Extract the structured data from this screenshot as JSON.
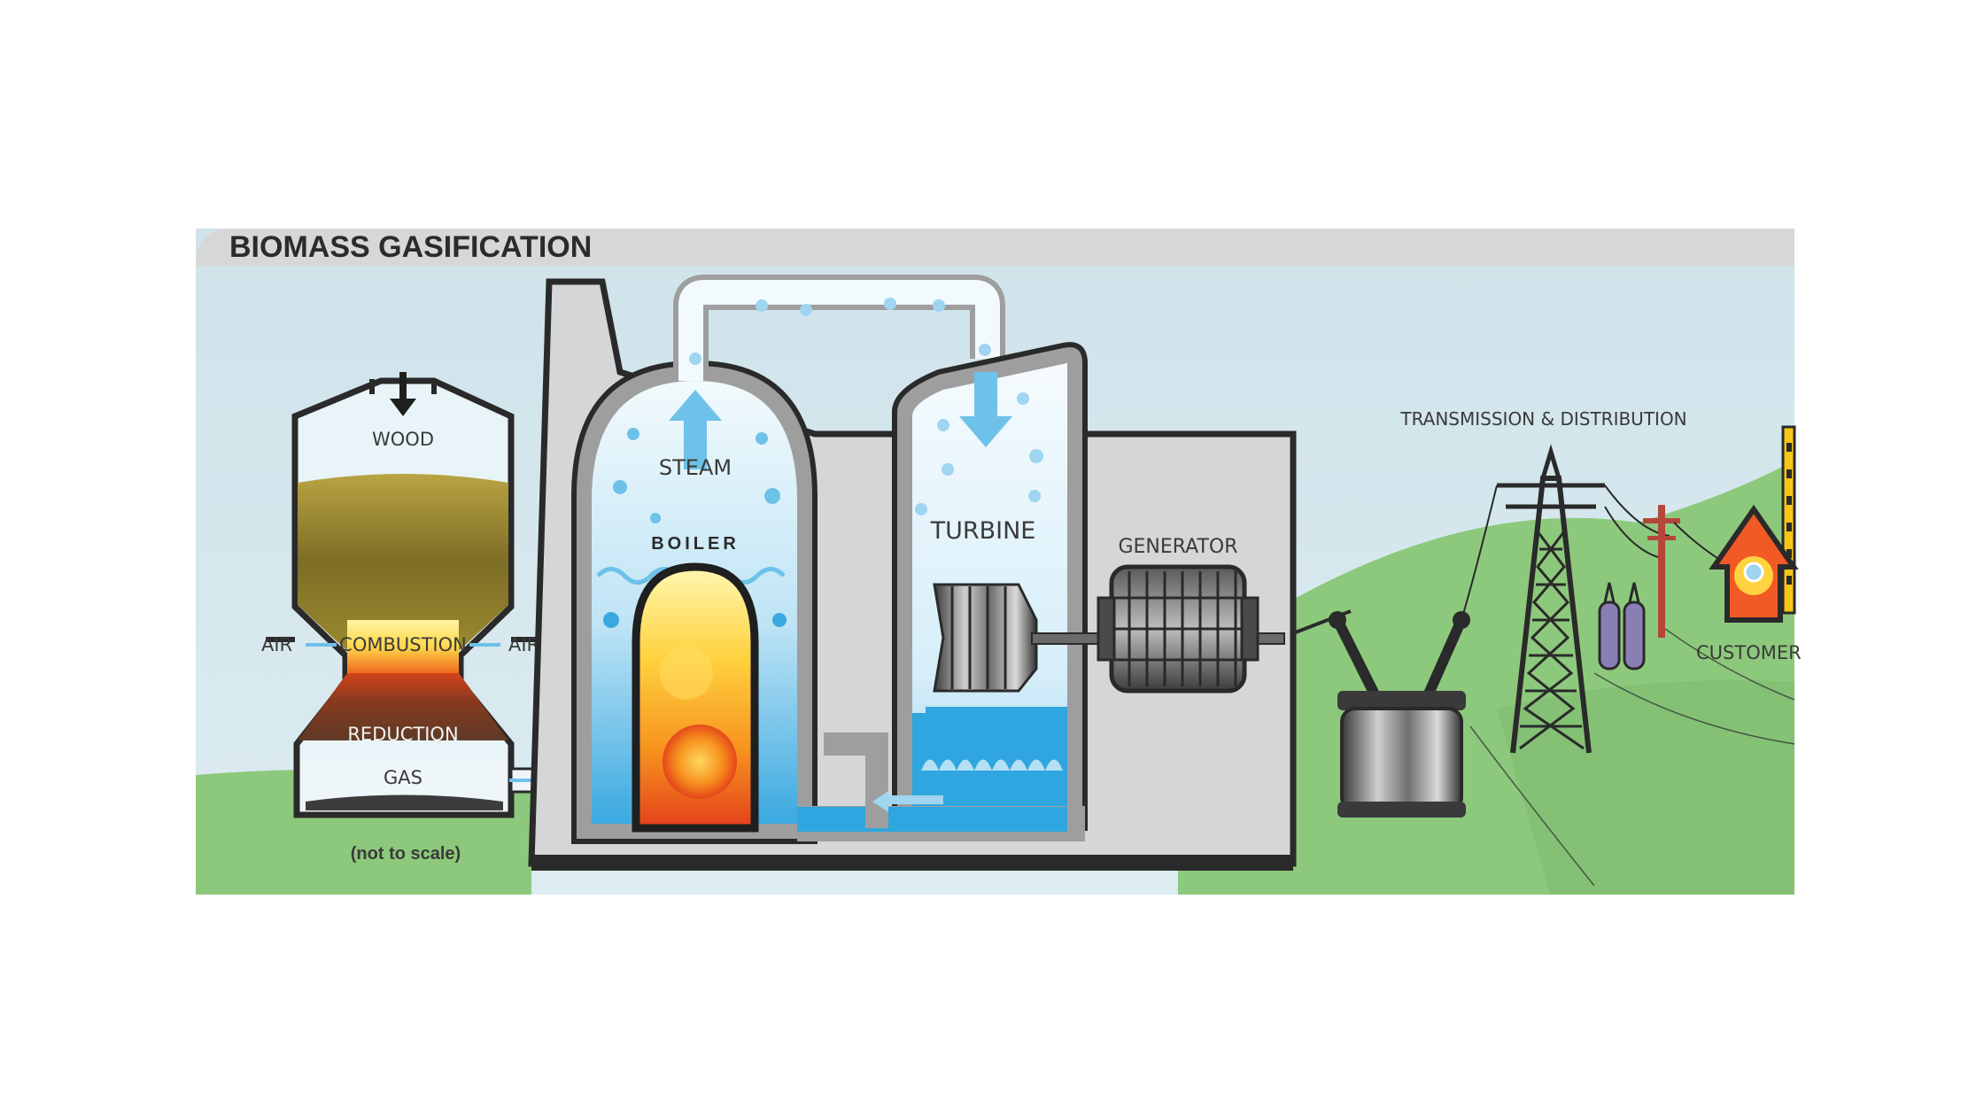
{
  "title": "BIOMASS GASIFICATION",
  "labels": {
    "wood": "WOOD",
    "air_left": "AIR",
    "air_right": "AIR",
    "combustion": "COMBUSTION",
    "reduction": "REDUCTION",
    "gas": "GAS",
    "scale_note": "(not to scale)",
    "steam": "STEAM",
    "boiler": "BOILER",
    "turbine": "TURBINE",
    "generator": "GENERATOR",
    "transmission": "TRANSMISSION & DISTRIBUTION",
    "customer": "CUSTOMER"
  },
  "colors": {
    "sky": "#cfe3ea",
    "ground": "#8dc97c",
    "title_bar": "#d7d7d7",
    "plant_wall": "#d4d6d8",
    "outline": "#2a2a2a",
    "water": "#2fa6df",
    "steam_light": "#e9f6fc",
    "fire": "#f7931e",
    "wood": "#8b7a2e",
    "house": "#f15a24",
    "building": "#f5c518"
  }
}
